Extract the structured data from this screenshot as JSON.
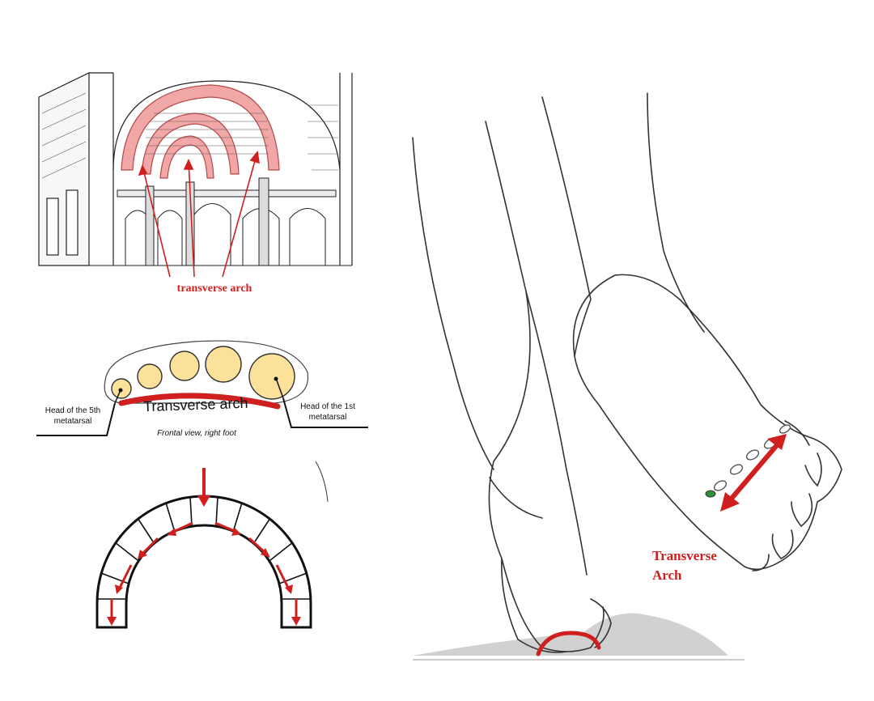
{
  "colors": {
    "accent_red": "#d01f1f",
    "arch_pink": "#f2a7a7",
    "bone_yellow": "#fbe19a",
    "line_dark": "#222222",
    "shadow_gray": "#bdbdbd"
  },
  "church": {
    "label": "transverse arch"
  },
  "metatarsal": {
    "arch_label": "Transverse arch",
    "left_label_line1": "Head of the 5th",
    "left_label_line2": "metatarsal",
    "right_label_line1": "Head of the 1st",
    "right_label_line2": "metatarsal",
    "caption": "Frontal view, right foot"
  },
  "foot": {
    "label_line1": "Transverse",
    "label_line2": "Arch"
  }
}
